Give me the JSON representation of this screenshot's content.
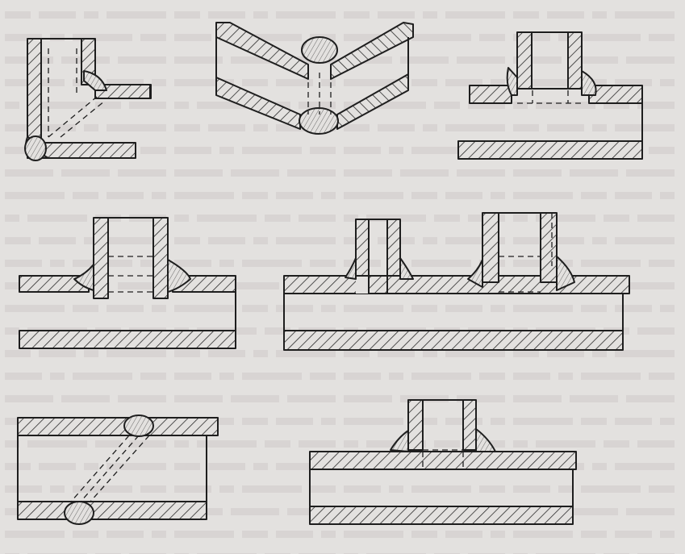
{
  "figure": {
    "paper_color": "#e3e1df",
    "ink_color": "#2a2a2a",
    "bleed_text_color": "#cfcbc8",
    "panels": [
      {
        "id": "corner-joint",
        "description_icon": "pipe-corner-weld-icon"
      },
      {
        "id": "v-angle-joint",
        "description_icon": "pipe-miter-weld-icon"
      },
      {
        "id": "tee-branch-inserted",
        "description_icon": "pipe-tee-weld-icon"
      },
      {
        "id": "tee-branch-through",
        "description_icon": "pipe-tee-weld-icon"
      },
      {
        "id": "double-branch",
        "description_icon": "pipe-double-branch-weld-icon"
      },
      {
        "id": "oblique-through",
        "description_icon": "pipe-oblique-weld-icon"
      },
      {
        "id": "tee-branch-sleeve",
        "description_icon": "pipe-tee-weld-icon"
      }
    ]
  }
}
